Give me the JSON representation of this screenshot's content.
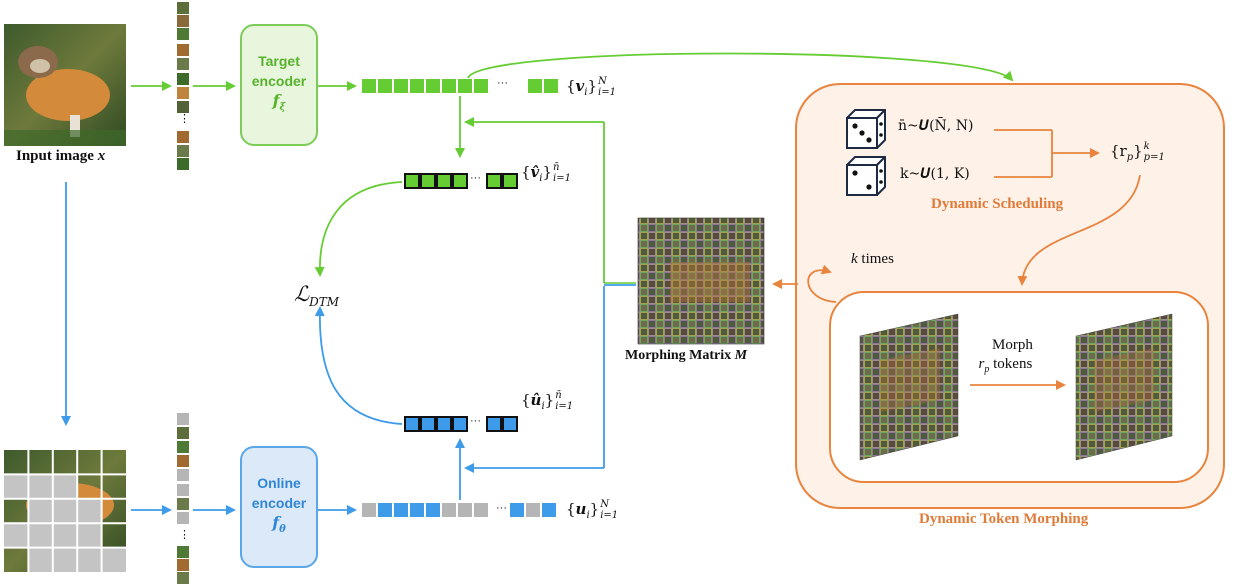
{
  "input": {
    "caption": "Input image",
    "symbol": "x"
  },
  "target_encoder": {
    "line1": "Target",
    "line2": "encoder",
    "symbol": "f",
    "subscript": "ξ"
  },
  "online_encoder": {
    "line1": "Online",
    "line2": "encoder",
    "symbol": "f",
    "subscript": "θ"
  },
  "sets": {
    "v": {
      "open": "{",
      "sym": "v",
      "close": "}",
      "sub": "i=1",
      "sup": "N"
    },
    "v_hat": {
      "open": "{",
      "sym": "v̂",
      "close": "}",
      "sub": "i=1",
      "sup": "n̄"
    },
    "u_hat": {
      "open": "{",
      "sym": "û",
      "close": "}",
      "sub": "i=1",
      "sup": "n̄"
    },
    "u": {
      "open": "{",
      "sym": "u",
      "close": "}",
      "sub": "i=1",
      "sup": "N"
    },
    "r": {
      "text": "{r",
      "sub_p": "p",
      "close": "}",
      "sub": "p=1",
      "sup": "k"
    }
  },
  "loss": {
    "symbol": "ℒ",
    "subscript": "DTM"
  },
  "morphing_matrix": {
    "label": "Morphing Matrix",
    "symbol": "M"
  },
  "scheduling": {
    "n_rule": "n̄~𝑼(N̄, N)",
    "k_rule": "k~𝑼(1, K)",
    "title": "Dynamic Scheduling"
  },
  "k_times": {
    "k": "k",
    "text": " times"
  },
  "morph": {
    "line1": "Morph",
    "r": "r",
    "r_sub": "p",
    "line2_rest": " tokens"
  },
  "dtm_title": "Dynamic Token Morphing",
  "ellipsis": "···",
  "vdots": "⋮",
  "colors": {
    "green": "#66cc33",
    "blue": "#3d9be9",
    "orange": "#e8843e",
    "gray": "#b5b5b5",
    "orange_fill": "#fdf1e8"
  }
}
